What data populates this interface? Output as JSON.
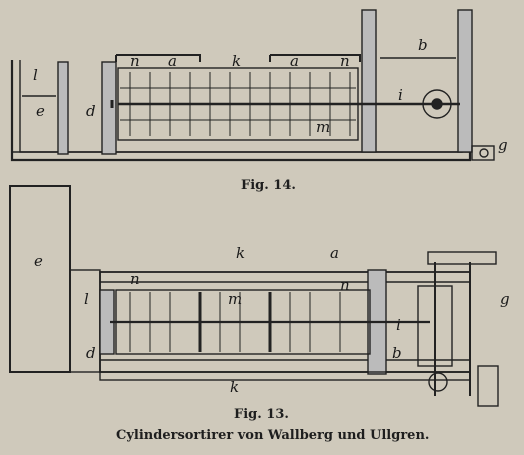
{
  "figures": {
    "fig14": {
      "caption": "Fig. 14.",
      "labels": [
        "l",
        "n",
        "a",
        "k",
        "a",
        "n",
        "b",
        "e",
        "d",
        "i",
        "m",
        "g"
      ]
    },
    "fig13": {
      "caption": "Fig. 13.",
      "labels": [
        "e",
        "k",
        "a",
        "g",
        "n",
        "m",
        "n",
        "l",
        "i",
        "d",
        "b",
        "k"
      ]
    }
  },
  "title": "Cylindersortirer von Wallberg und Ullgren."
}
